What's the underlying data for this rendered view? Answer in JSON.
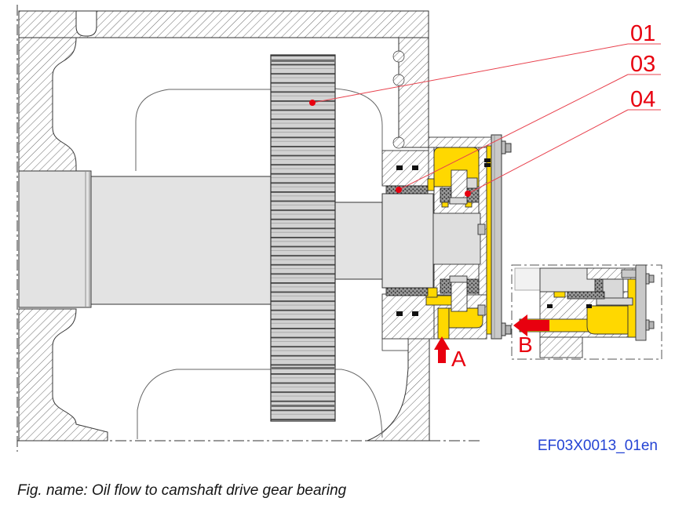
{
  "figure": {
    "caption": "Fig. name: Oil flow to camshaft drive gear bearing",
    "drawing_number": "EF03X0013_01en",
    "callouts": [
      {
        "label": "01"
      },
      {
        "label": "03"
      },
      {
        "label": "04"
      }
    ],
    "flow_labels": {
      "inlet": "A",
      "outlet": "B"
    },
    "colors": {
      "oil_yellow": "#ffd800",
      "callout_red": "#e8000f",
      "drawing_number_blue": "#2443d4"
    }
  }
}
